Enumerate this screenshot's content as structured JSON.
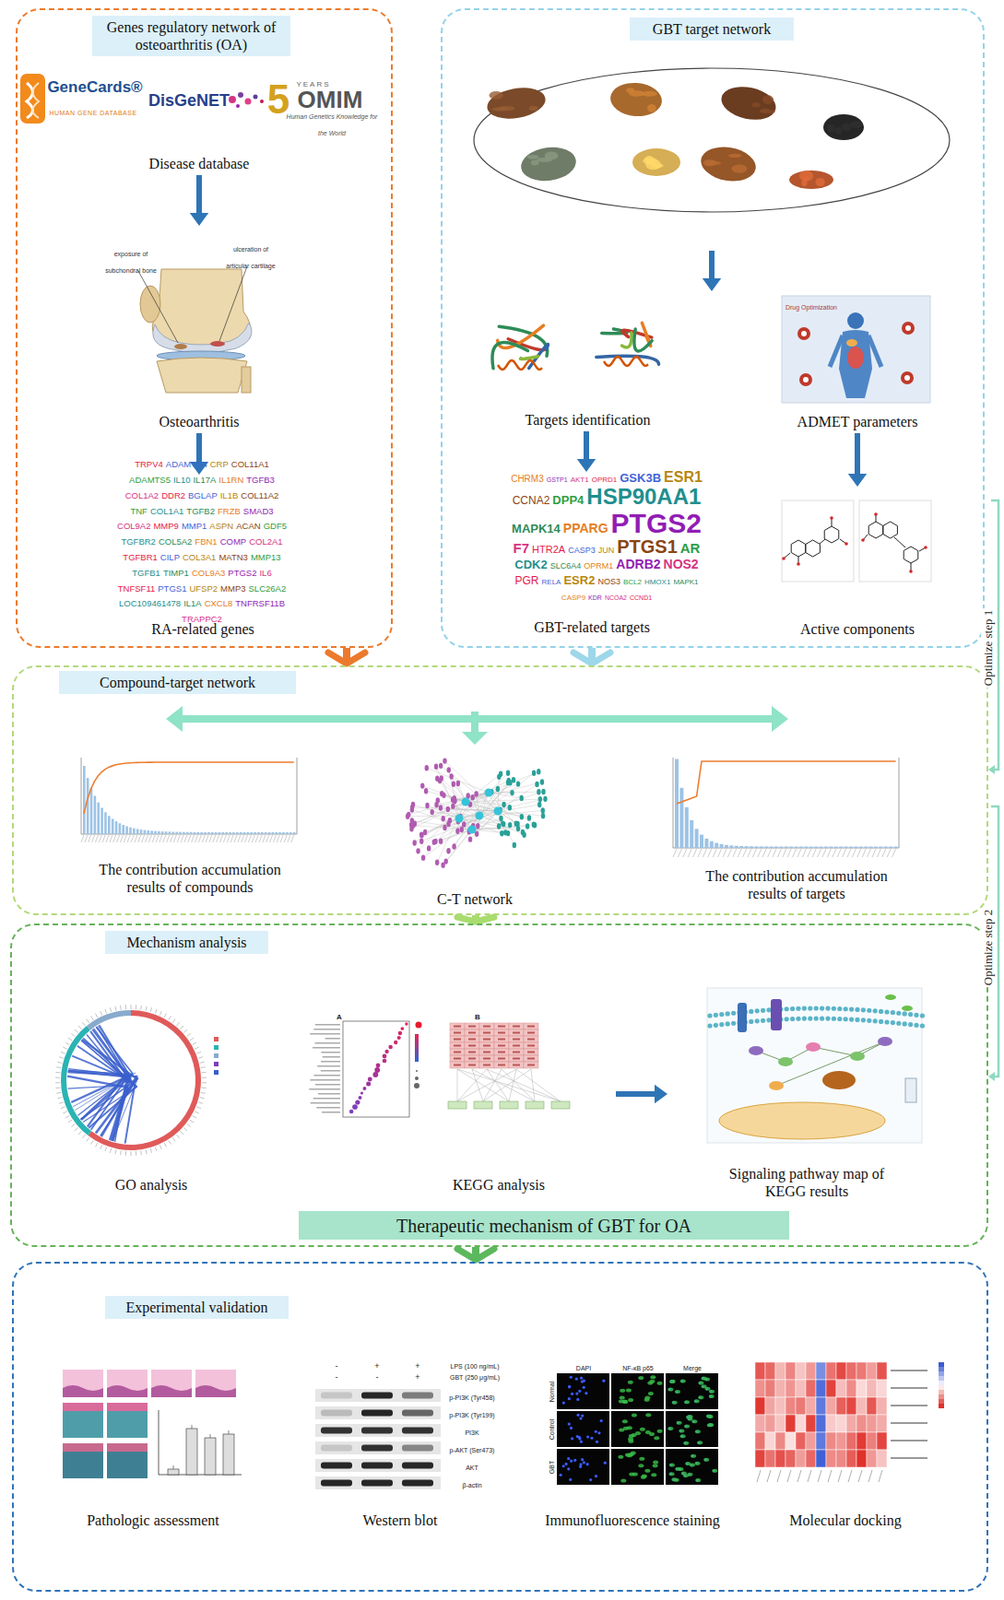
{
  "diagram": {
    "nodes": [
      {
        "text": [
          "Genes regulatory network of osteoarthritis (OA)"
        ]
      },
      {
        "text": [
          "Disease database"
        ],
        "in": 0
      },
      {
        "text": [
          "Osteoarthritis"
        ],
        "in": 0
      },
      {
        "text": [
          "RA-related genes"
        ],
        "in": 0
      },
      {
        "text": [
          "GBT target network"
        ]
      },
      {
        "text": [
          "Targets identification"
        ],
        "in": 4
      },
      {
        "text": [
          "ADMET parameters"
        ],
        "in": 4
      },
      {
        "text": [
          "GBT-related targets"
        ],
        "in": 4
      },
      {
        "text": [
          "Active components"
        ],
        "in": 4
      },
      {
        "text": [
          "Compound-target network"
        ]
      },
      {
        "text": [
          "The contribution accumulation results of compounds"
        ],
        "in": 9
      },
      {
        "text": [
          "C-T network"
        ],
        "in": 9
      },
      {
        "text": [
          "The contribution accumulation results of targets"
        ],
        "in": 9
      },
      {
        "text": [
          "Mechanism analysis"
        ]
      },
      {
        "text": [
          "GO analysis"
        ],
        "in": 13
      },
      {
        "text": [
          "KEGG analysis"
        ],
        "in": 13
      },
      {
        "text": [
          "Signaling pathway map of KEGG results"
        ],
        "in": 13
      },
      {
        "text": [
          "Therapeutic mechanism of GBT for OA"
        ],
        "in": 13
      },
      {
        "text": [
          "Experimental validation"
        ]
      },
      {
        "text": [
          "Pathologic assessment"
        ],
        "in": 18
      },
      {
        "text": [
          "Western blot"
        ],
        "in": 18
      },
      {
        "text": [
          "Immunofluorescence staining"
        ],
        "in": 18
      },
      {
        "text": [
          "Molecular docking"
        ],
        "in": 18
      }
    ],
    "edges": [
      {
        "from": 1,
        "to": 2,
        "arrow": "to"
      },
      {
        "from": 2,
        "to": 3,
        "arrow": "to"
      },
      {
        "from": 5,
        "to": 7,
        "arrow": "to"
      },
      {
        "from": 6,
        "to": 8,
        "arrow": "to"
      },
      {
        "from": 0,
        "to": 9,
        "arrow": "to"
      },
      {
        "from": 4,
        "to": 9,
        "arrow": "to"
      },
      {
        "from": 9,
        "to": 13,
        "arrow": "to"
      },
      {
        "from": 15,
        "to": 16,
        "arrow": "to"
      },
      {
        "from": 13,
        "to": 18,
        "arrow": "to"
      }
    ],
    "labels": [
      "GeneCards®",
      "HUMAN GENE DATABASE",
      "DisGeNET",
      "YEARS",
      "5",
      "OMIM",
      "Human Genetics Knowledge for the World",
      "exposure of subchondral bone",
      "ulceration of articular cartilage",
      "TRPV4",
      "ADAMTS4",
      "CRP",
      "COL11A1",
      "ADAMTS5",
      "IL10",
      "IL17A",
      "IL1RN",
      "TGFB3",
      "COL1A2",
      "DDR2",
      "BGLAP",
      "IL1B",
      "COL11A2",
      "TNF",
      "COL1A1",
      "TGFB2",
      "FRZB",
      "SMAD3",
      "COL9A2",
      "MMP9",
      "MMP1",
      "ASPN",
      "ACAN",
      "GDF5",
      "TGFBR2",
      "COL5A2",
      "FBN1",
      "COMP",
      "COL2A1",
      "TGFBR1",
      "CILP",
      "COL3A1",
      "MATN3",
      "MMP13",
      "TGFB1",
      "TIMP1",
      "COL9A3",
      "PTGS2",
      "IL6",
      "TNFSF11",
      "PTGS1",
      "UFSP2",
      "MMP3",
      "SLC26A2",
      "LOC109461478",
      "IL1A",
      "CXCL8",
      "TNFRSF11B",
      "TRAPPC2",
      "CHRM3",
      "GSTP1",
      "AKT1",
      "OPRD1",
      "GSK3B",
      "ESR1",
      "CCNA2",
      "DPP4",
      "HSP90AA1",
      "MAPK14",
      "PPARG",
      "PTGS2",
      "F7",
      "HTR2A",
      "CASP3",
      "JUN",
      "PTGS1",
      "AR",
      "CDK2",
      "SLC6A4",
      "OPRM1",
      "ADRB2",
      "NOS2",
      "PGR",
      "RELA",
      "ESR2",
      "NOS3",
      "BCL2",
      "HMOX1",
      "MAPK1",
      "CASP9",
      "KDR",
      "NCOA2",
      "CCND1",
      "Drug Optimization",
      "A",
      "B",
      "LPS (100 ng/mL)",
      "GBT (250 μg/mL)",
      "p-PI3K (Tyr458)",
      "p-PI3K (Tyr199)",
      "PI3K",
      "p-AKT (Ser473)",
      "AKT",
      "β-actin",
      "-",
      "+",
      "+",
      "-",
      "-",
      "+",
      "DAPI",
      "NF-κB p65",
      "Merge",
      "Normal",
      "Control",
      "GBT",
      "Optimize step 1",
      "Optimize step 2"
    ]
  }
}
